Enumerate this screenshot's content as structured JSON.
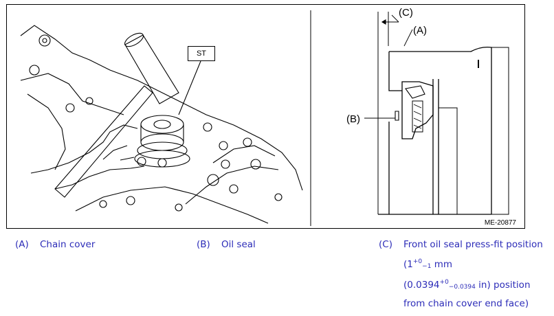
{
  "figure": {
    "st_label": "ST",
    "label_c": "(C)",
    "label_a": "(A)",
    "label_b": "(B)",
    "figure_id": "ME-20877"
  },
  "legend": {
    "a": {
      "key": "(A)",
      "text": "Chain cover"
    },
    "b": {
      "key": "(B)",
      "text": "Oil seal"
    },
    "c": {
      "key": "(C)",
      "text": "Front oil seal press-fit position",
      "tol_value": "1",
      "tol_upper": "+0",
      "tol_lower": "−1",
      "tol_unit": "mm",
      "in_value": "0.0394",
      "in_upper": "+0",
      "in_lower": "−0.0394",
      "in_unit": "in) position",
      "last_line": "from chain cover end face)"
    }
  }
}
